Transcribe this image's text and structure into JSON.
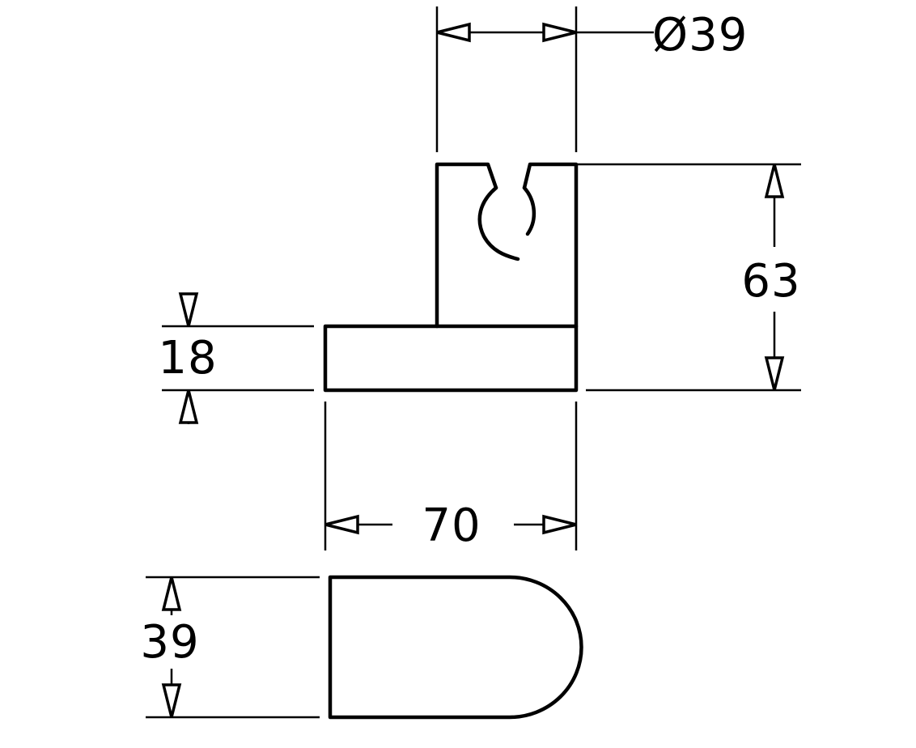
{
  "dimensions": {
    "diameter": {
      "prefix": "Ø",
      "value": "39"
    },
    "height_total": "63",
    "base_thickness": "18",
    "width": "70",
    "depth": "39"
  },
  "colors": {
    "line": "#000000",
    "background": "#ffffff"
  }
}
